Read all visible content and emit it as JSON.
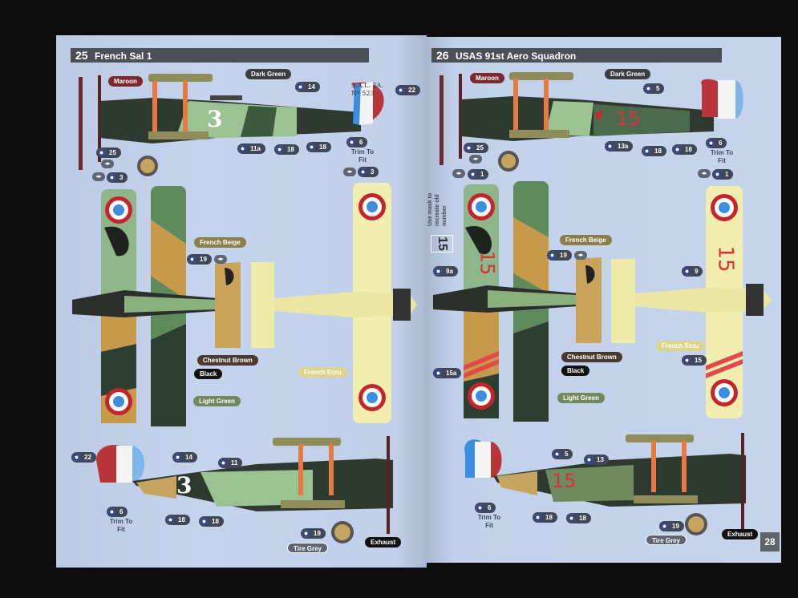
{
  "left_page": {
    "number": "25",
    "title": "French Sal 1",
    "colors": {
      "maroon": "Maroon",
      "dark_green": "Dark Green",
      "french_beige": "French Beige",
      "chestnut_brown": "Chestnut Brown",
      "black": "Black",
      "light_green": "Light Green",
      "french_ecru": "French Ecru",
      "tire_grey": "Tire Grey",
      "exhaust": "Exhaust"
    },
    "decals": {
      "d14": "14",
      "d22": "22",
      "d25": "25",
      "d11a": "11a",
      "d18a": "18",
      "d18b": "18",
      "d6": "6",
      "d3a": "3",
      "d3b": "3",
      "d19": "19",
      "b22": "22",
      "b14": "14",
      "b11": "11",
      "b6": "6",
      "b18a": "18",
      "b18b": "18",
      "b19": "19"
    },
    "trim_to_fit": "Trim To Fit",
    "fuselage_number": "3",
    "rudder_text": "S.A.L. 2A. Nº 523"
  },
  "right_page": {
    "number": "26",
    "title": "USAS 91st Aero Squadron",
    "colors": {
      "maroon": "Maroon",
      "dark_green": "Dark Green",
      "french_beige": "French Beige",
      "chestnut_brown": "Chestnut Brown",
      "black": "Black",
      "light_green": "Light Green",
      "french_ecru": "French Ecru",
      "tire_grey": "Tire Grey",
      "exhaust": "Exhaust"
    },
    "decals": {
      "d5": "5",
      "d25": "25",
      "d13a": "13a",
      "d18a": "18",
      "d18b": "18",
      "d6": "6",
      "d1a": "1",
      "d1b": "1",
      "d9a": "9a",
      "d19": "19",
      "d9": "9",
      "d15": "15",
      "d15a": "15a",
      "b5": "5",
      "b13": "13",
      "b6": "6",
      "b18a": "18",
      "b18b": "18",
      "b19": "19"
    },
    "trim_to_fit": "Trim To Fit",
    "mask_note": "Use mask to recreate old number",
    "mask_number": "15",
    "fuselage_number": "15",
    "page_number": "28"
  },
  "colors_hex": {
    "page": "#c3d2ea",
    "header": "#4b5057",
    "callout": "#3e4858",
    "maroon": "#7a2a2e",
    "dark_green": "#2f3a31",
    "light_green": "#95b58a",
    "beige": "#c9a35a",
    "ecru": "#f1eeb0"
  }
}
